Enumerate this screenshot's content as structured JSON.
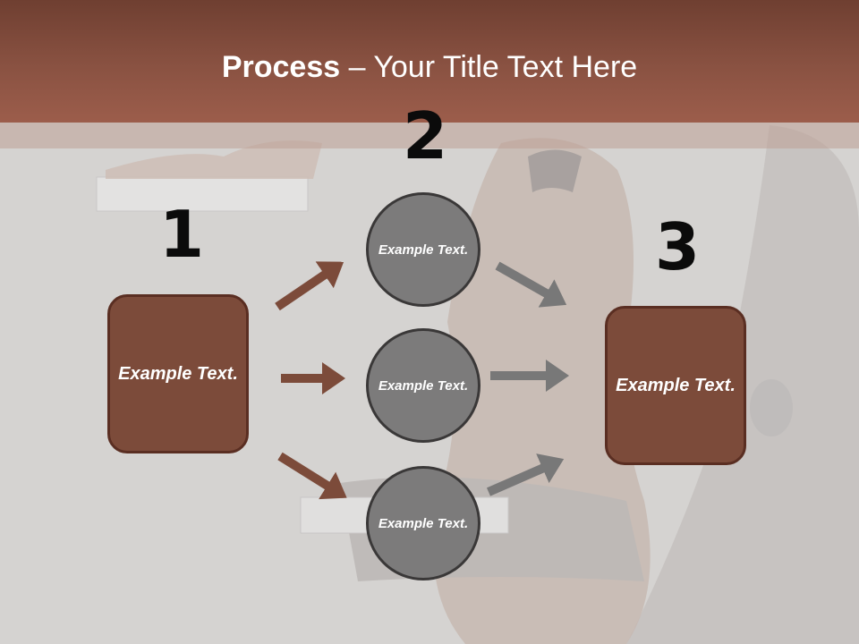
{
  "title": {
    "bold": "Process",
    "rest": " – Your Title Text Here"
  },
  "steps": {
    "n1": "1",
    "n2": "2",
    "n3": "3"
  },
  "left_box": {
    "text": "Example Text."
  },
  "circles": [
    {
      "text": "Example Text."
    },
    {
      "text": "Example Text."
    },
    {
      "text": "Example Text."
    }
  ],
  "right_box": {
    "text": "Example Text."
  },
  "colors": {
    "header": "#8a5242",
    "box_fill": "#7c4b3a",
    "box_border": "#5a2e22",
    "circle_fill": "#7c7b7b",
    "circle_border": "#3a3838",
    "arrow_left": "#7c4b3a",
    "arrow_right": "#787878"
  }
}
